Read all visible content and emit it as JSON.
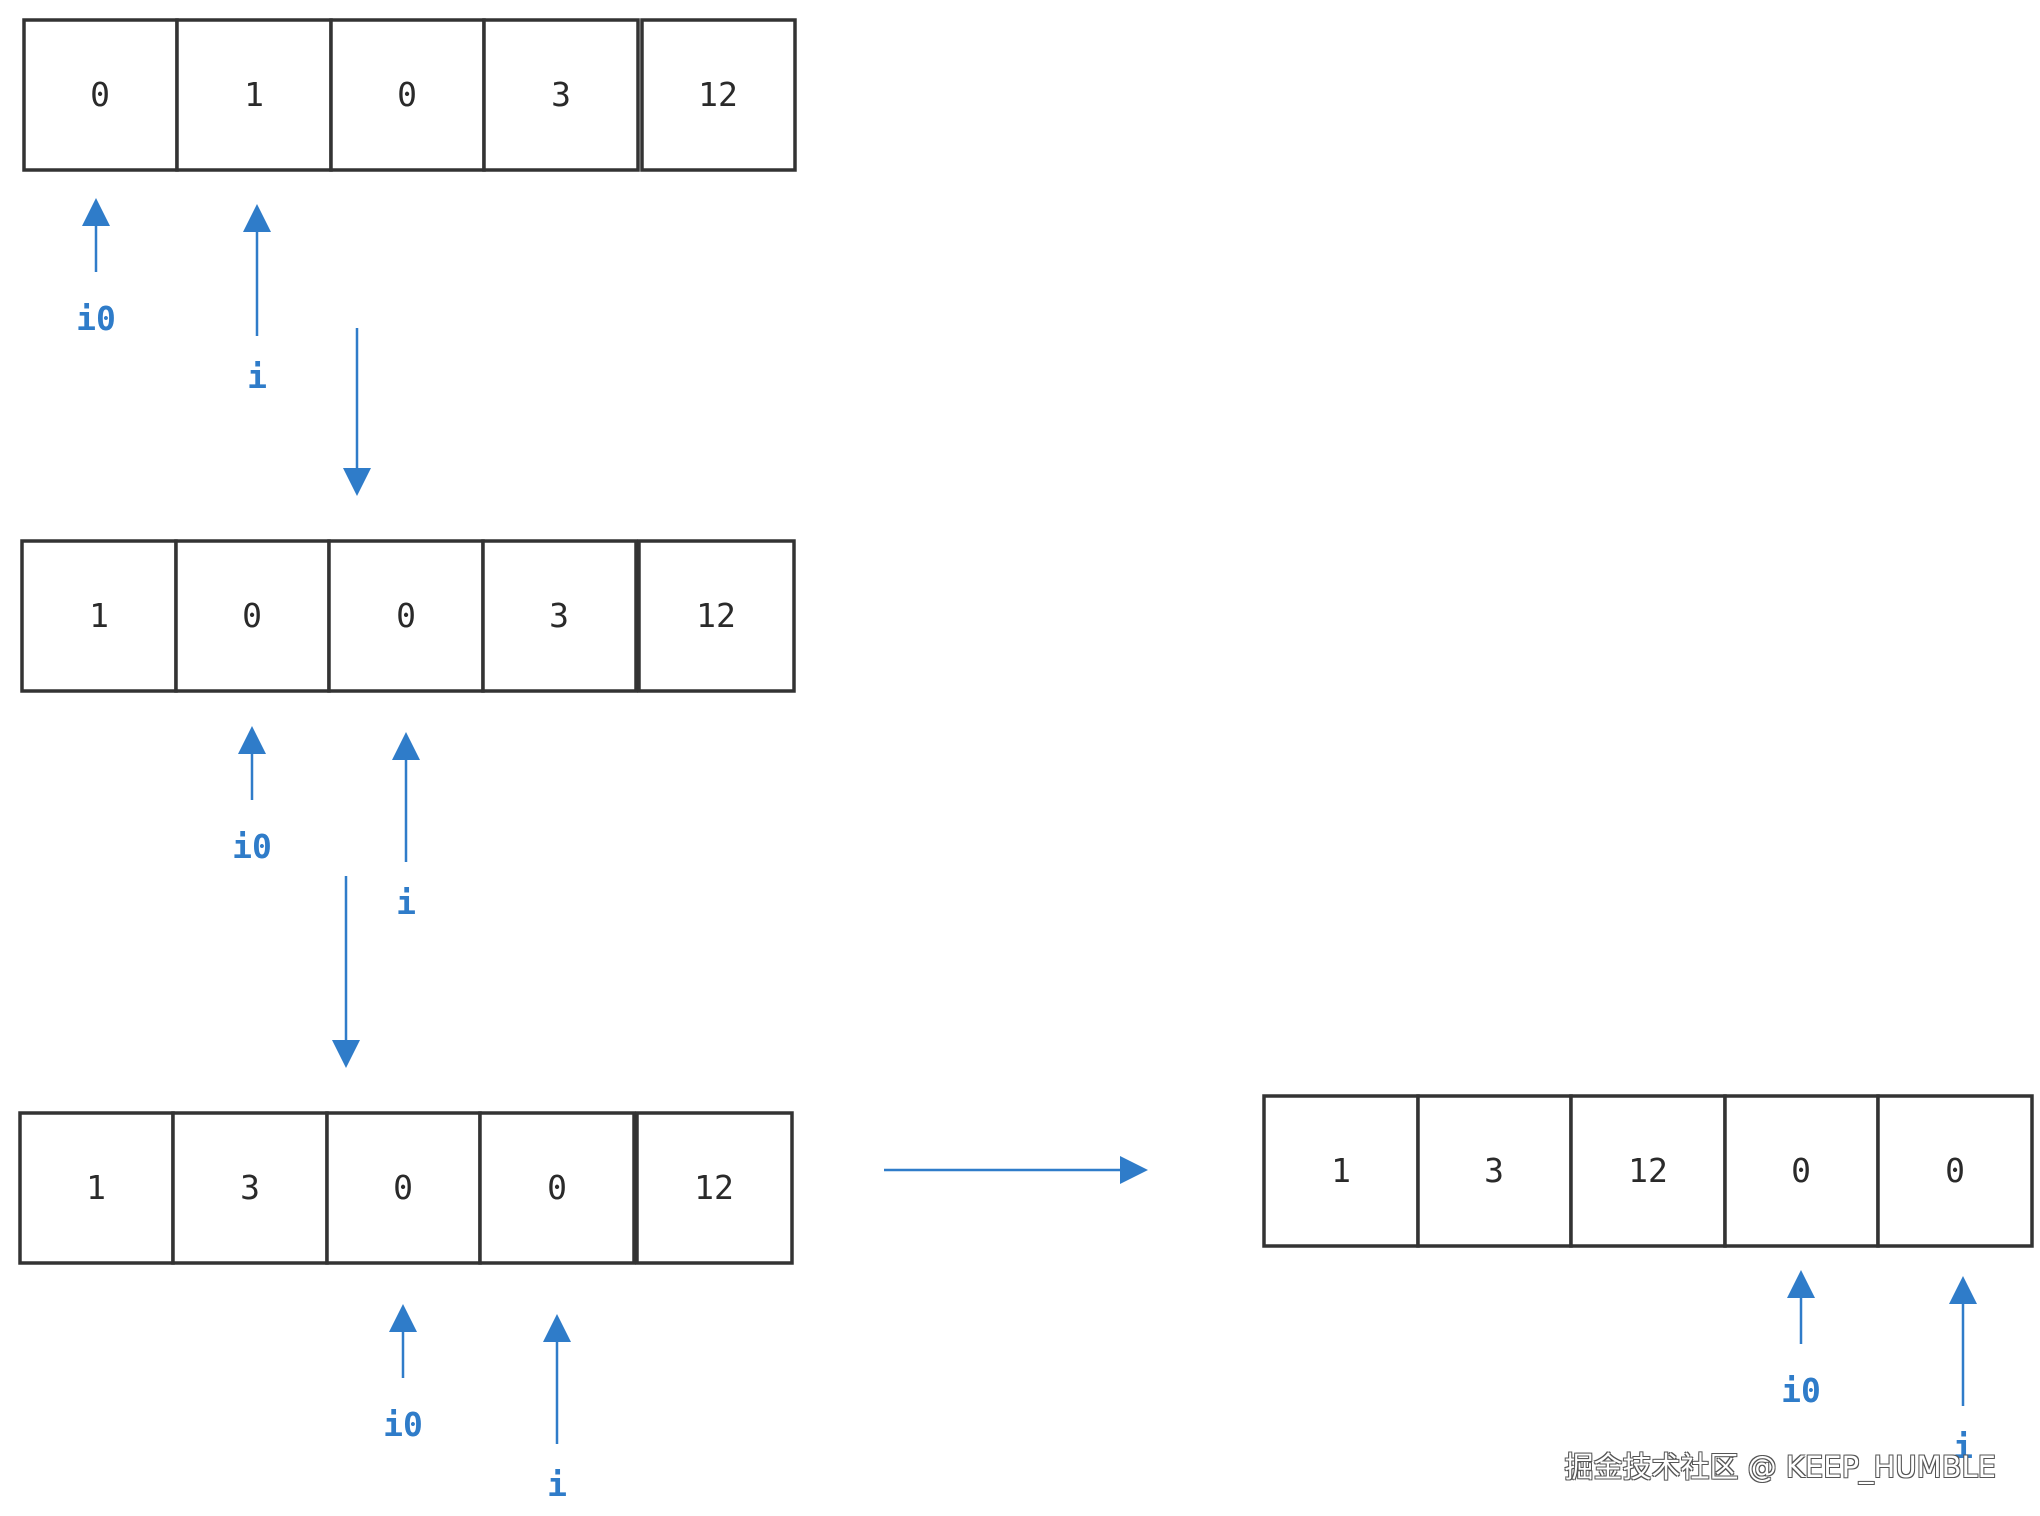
{
  "arrays": [
    {
      "values": [
        "0",
        "1",
        "0",
        "3",
        "12"
      ]
    },
    {
      "values": [
        "1",
        "0",
        "0",
        "3",
        "12"
      ]
    },
    {
      "values": [
        "1",
        "3",
        "0",
        "0",
        "12"
      ]
    },
    {
      "values": [
        "1",
        "3",
        "12",
        "0",
        "0"
      ]
    }
  ],
  "pointers": [
    {
      "label": "i0"
    },
    {
      "label": "i"
    },
    {
      "label": "i0"
    },
    {
      "label": "i"
    },
    {
      "label": "i0"
    },
    {
      "label": "i"
    },
    {
      "label": "i0"
    },
    {
      "label": "i"
    }
  ],
  "colors": {
    "pointer": "#2f7cc9",
    "cell_border": "#333333",
    "text": "#2a2a2a"
  },
  "watermark": "掘金技术社区 @ KEEP_HUMBLE"
}
